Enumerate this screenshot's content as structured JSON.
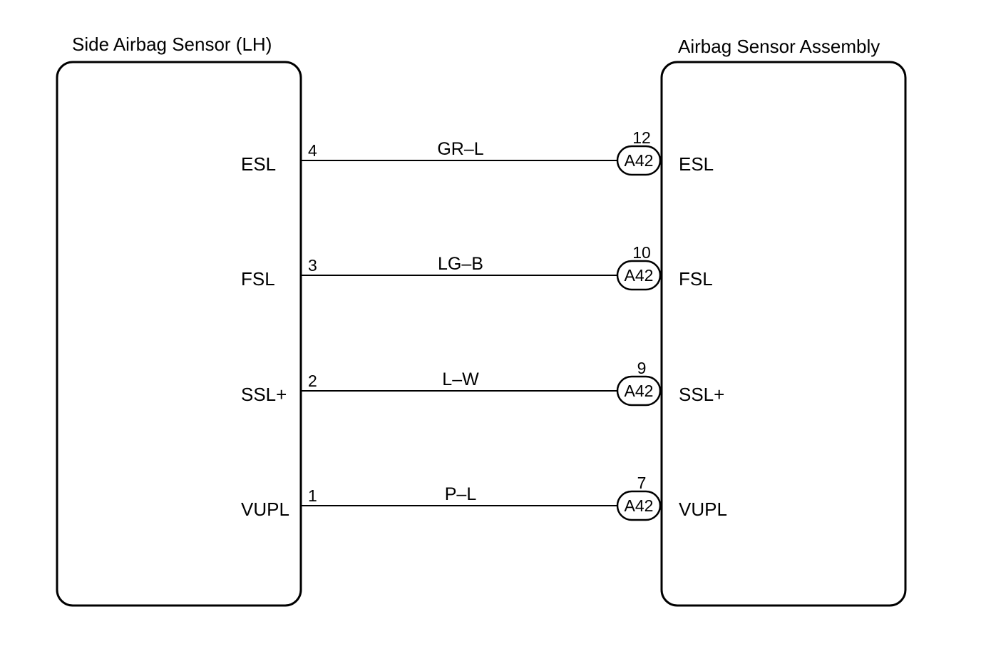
{
  "left_component": {
    "title": "Side Airbag Sensor (LH)"
  },
  "right_component": {
    "title": "Airbag Sensor Assembly"
  },
  "circuits": [
    {
      "left_terminal": "ESL",
      "left_pin": "4",
      "wire_color": "GR–L",
      "connector": "A42",
      "right_pin": "12",
      "right_terminal": "ESL"
    },
    {
      "left_terminal": "FSL",
      "left_pin": "3",
      "wire_color": "LG–B",
      "connector": "A42",
      "right_pin": "10",
      "right_terminal": "FSL"
    },
    {
      "left_terminal": "SSL+",
      "left_pin": "2",
      "wire_color": "L–W",
      "connector": "A42",
      "right_pin": "9",
      "right_terminal": "SSL+"
    },
    {
      "left_terminal": "VUPL",
      "left_pin": "1",
      "wire_color": "P–L",
      "connector": "A42",
      "right_pin": "7",
      "right_terminal": "VUPL"
    }
  ]
}
